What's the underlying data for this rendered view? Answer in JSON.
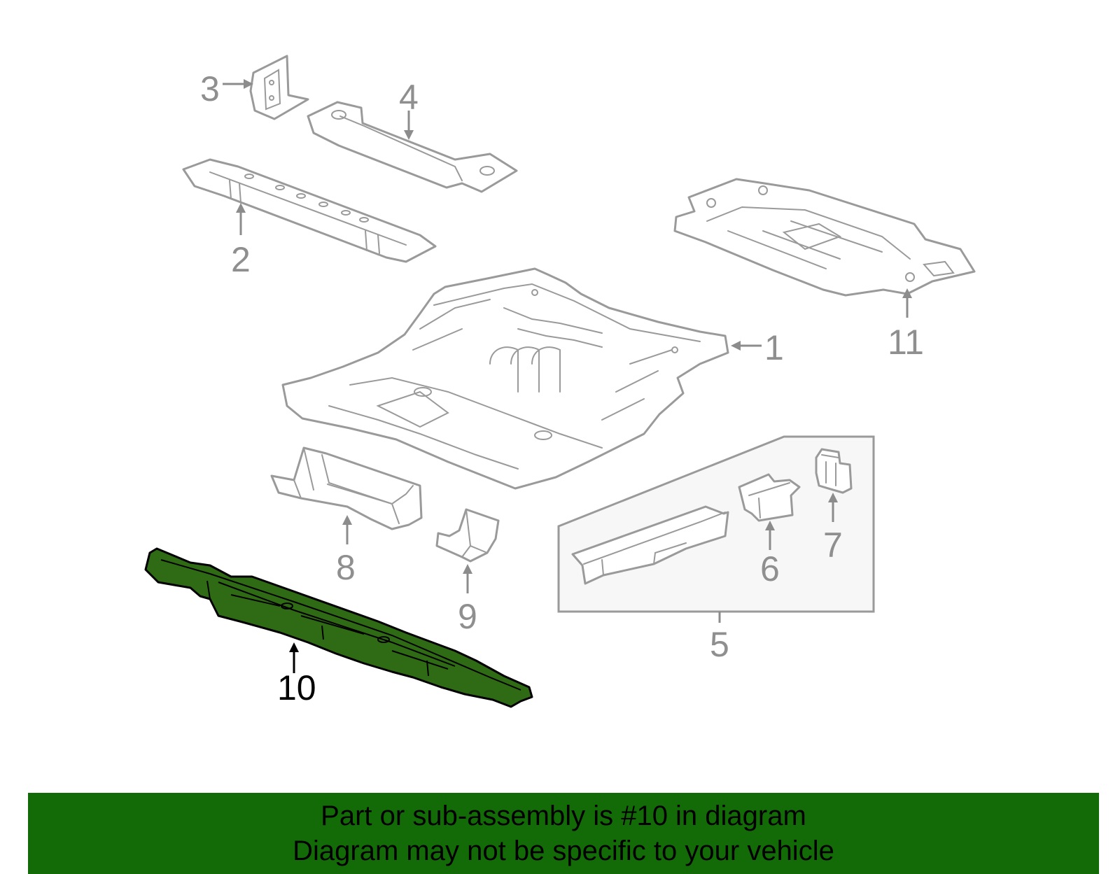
{
  "diagram": {
    "callouts": {
      "c1": "1",
      "c2": "2",
      "c3": "3",
      "c4": "4",
      "c5": "5",
      "c6": "6",
      "c7": "7",
      "c8": "8",
      "c9": "9",
      "c10": "10",
      "c11": "11"
    },
    "highlighted_part": "10",
    "highlight_color": "#2f6b14"
  },
  "banner": {
    "line1": "Part or sub-assembly is #10 in diagram",
    "line2": "Diagram may not be specific to your vehicle",
    "background_color": "#136b07"
  }
}
